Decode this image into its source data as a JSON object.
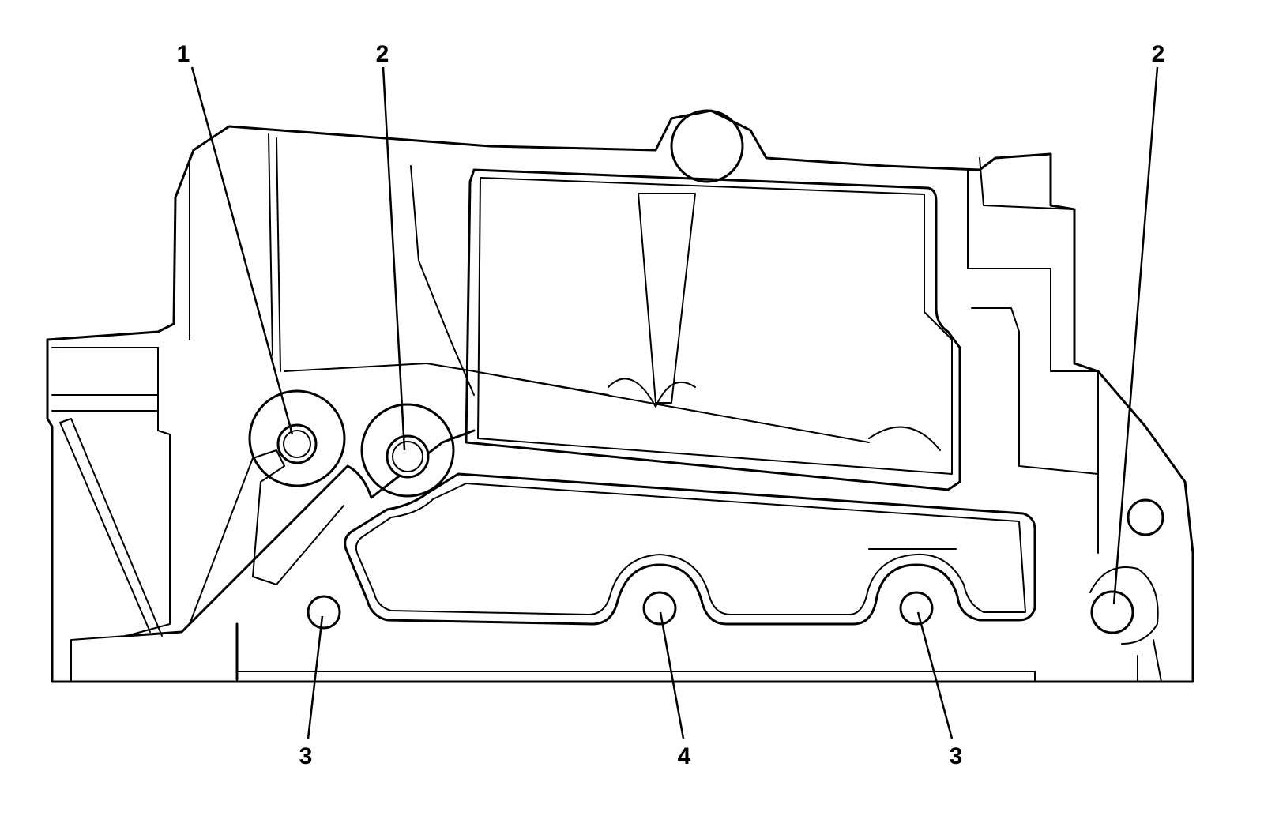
{
  "callouts": {
    "c1": "1",
    "c2a": "2",
    "c2b": "2",
    "c3a": "3",
    "c4": "4",
    "c3b": "3"
  }
}
